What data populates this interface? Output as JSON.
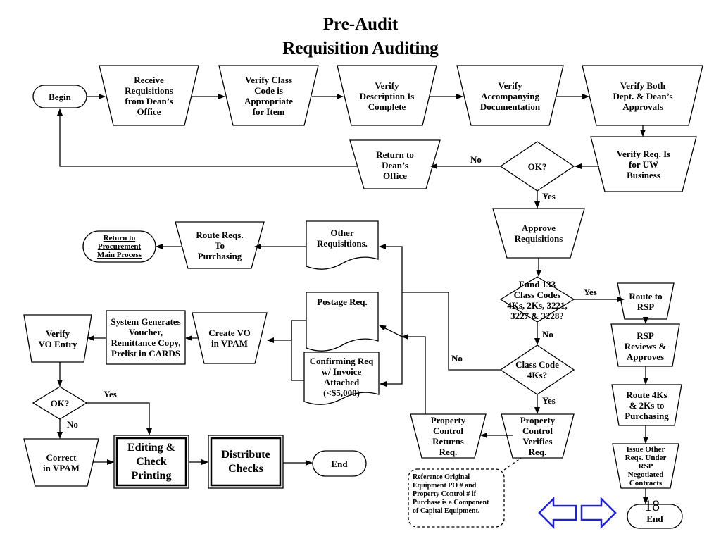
{
  "title_line1": "Pre-Audit",
  "title_line2": "Requisition Auditing",
  "page_number": "18",
  "nodes": {
    "begin": "Begin",
    "receive": "Receive\nRequisitions\nfrom Dean’s\nOffice",
    "verify_class": "Verify Class\nCode is\nAppropriate\nfor Item",
    "verify_desc": "Verify\nDescription Is\nComplete",
    "verify_doc": "Verify\nAccompanying\nDocumentation",
    "verify_both": "Verify Both\nDept. & Dean’s\nApprovals",
    "verify_uw": "Verify Req. Is\nfor UW\nBusiness",
    "ok1": "OK?",
    "return_dean": "Return to\nDean’s\nOffice",
    "approve": "Approve\nRequisitions",
    "fund": "Fund 133\nClass Codes\n4Ks, 2Ks, 3221,\n3227 & 3228?",
    "route_rsp": "Route to\nRSP",
    "rsp_reviews": "RSP\nReviews &\nApproves",
    "route_4ks": "Route 4Ks\n& 2Ks to\nPurchasing",
    "issue_other": "Issue Other\nReqs. Under\nRSP\nNegotiated\nContracts",
    "end_right": "End",
    "class4k": "Class Code\n4Ks?",
    "prop_verifies": "Property\nControl\nVerifies\nReq.",
    "prop_returns": "Property\nControl\nReturns\nReq.",
    "reference_note": "Reference Original\nEquipment PO #  and\nProperty Control # if\nPurchase is a Component\nof Capital Equipment.",
    "other_reqs": "Other\nRequisitions.",
    "postage": "Postage Req.",
    "confirming": "Confirming Req\nw/ Invoice\nAttached\n(<$5,000)",
    "route_purch": "Route Reqs.\nTo\nPurchasing",
    "return_proc": "Return to\nProcurement\nMain Process",
    "create_vo": "Create VO\nin VPAM",
    "system_gen": "System Generates\nVoucher,\nRemittance Copy,\nPrelist in CARDS",
    "verify_vo": "Verify\nVO Entry",
    "ok2": "OK?",
    "correct": "Correct\nin VPAM",
    "editing": "Editing &\nCheck\nPrinting",
    "distribute": "Distribute\nChecks",
    "end_bottom": "End"
  },
  "edge_labels": {
    "no_ok1": "No",
    "yes_ok1": "Yes",
    "yes_fund": "Yes",
    "no_fund": "No",
    "no_class4k": "No",
    "yes_class4k": "Yes",
    "yes_ok2": "Yes",
    "no_ok2": "No"
  },
  "colors": {
    "stroke": "#000000",
    "nav_arrow": "#2222cc",
    "background": "#ffffff"
  },
  "icons": {
    "prev": "left-arrow-icon",
    "next": "right-arrow-icon"
  }
}
